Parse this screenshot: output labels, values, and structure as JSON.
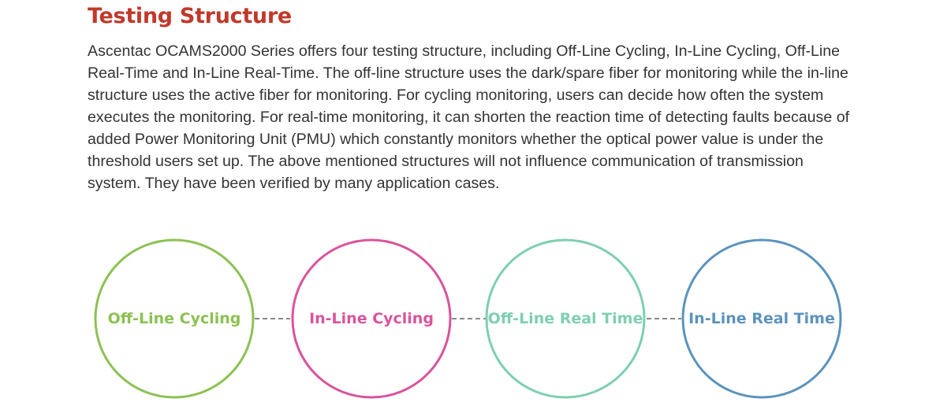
{
  "heading": "Testing Structure",
  "body_text": "Ascentac OCAMS2000 Series offers four testing structure, including Off-Line Cycling, In-Line Cycling, Off-Line Real-Time and In-Line Real-Time. The off-line structure uses the dark/spare fiber for monitoring while the in-line structure uses the active fiber for monitoring. For cycling monitoring, users can decide how often the system executes the monitoring. For real-time monitoring, it can shorten the reaction time of detecting faults because of added Power Monitoring Unit (PMU) which constantly monitors whether the optical power value is under the threshold users set up. The above mentioned structures will not influence communication of transmission system. They have been verified by many application cases.",
  "colors": {
    "heading": "#c0392b",
    "body_text": "#333333",
    "connector": "#888888"
  },
  "structures": [
    {
      "label": "Off-Line Cycling",
      "color": "#8cc152"
    },
    {
      "label": "In-Line Cycling",
      "color": "#d9549b"
    },
    {
      "label": "Off-Line Real Time",
      "color": "#7ecfb0"
    },
    {
      "label": "In-Line Real Time",
      "color": "#5b93bd"
    }
  ]
}
